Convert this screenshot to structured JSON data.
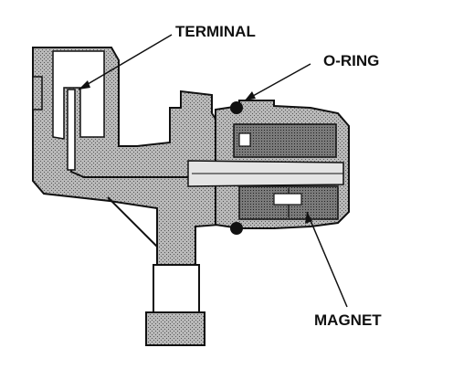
{
  "diagram": {
    "labels": {
      "terminal": "TERMINAL",
      "o_ring": "O-RING",
      "magnet": "MAGNET"
    },
    "colors": {
      "background": "#ffffff",
      "ink": "#111111",
      "body_fill": "#b9b9b9",
      "dark_fill": "#6f6f6f"
    }
  }
}
